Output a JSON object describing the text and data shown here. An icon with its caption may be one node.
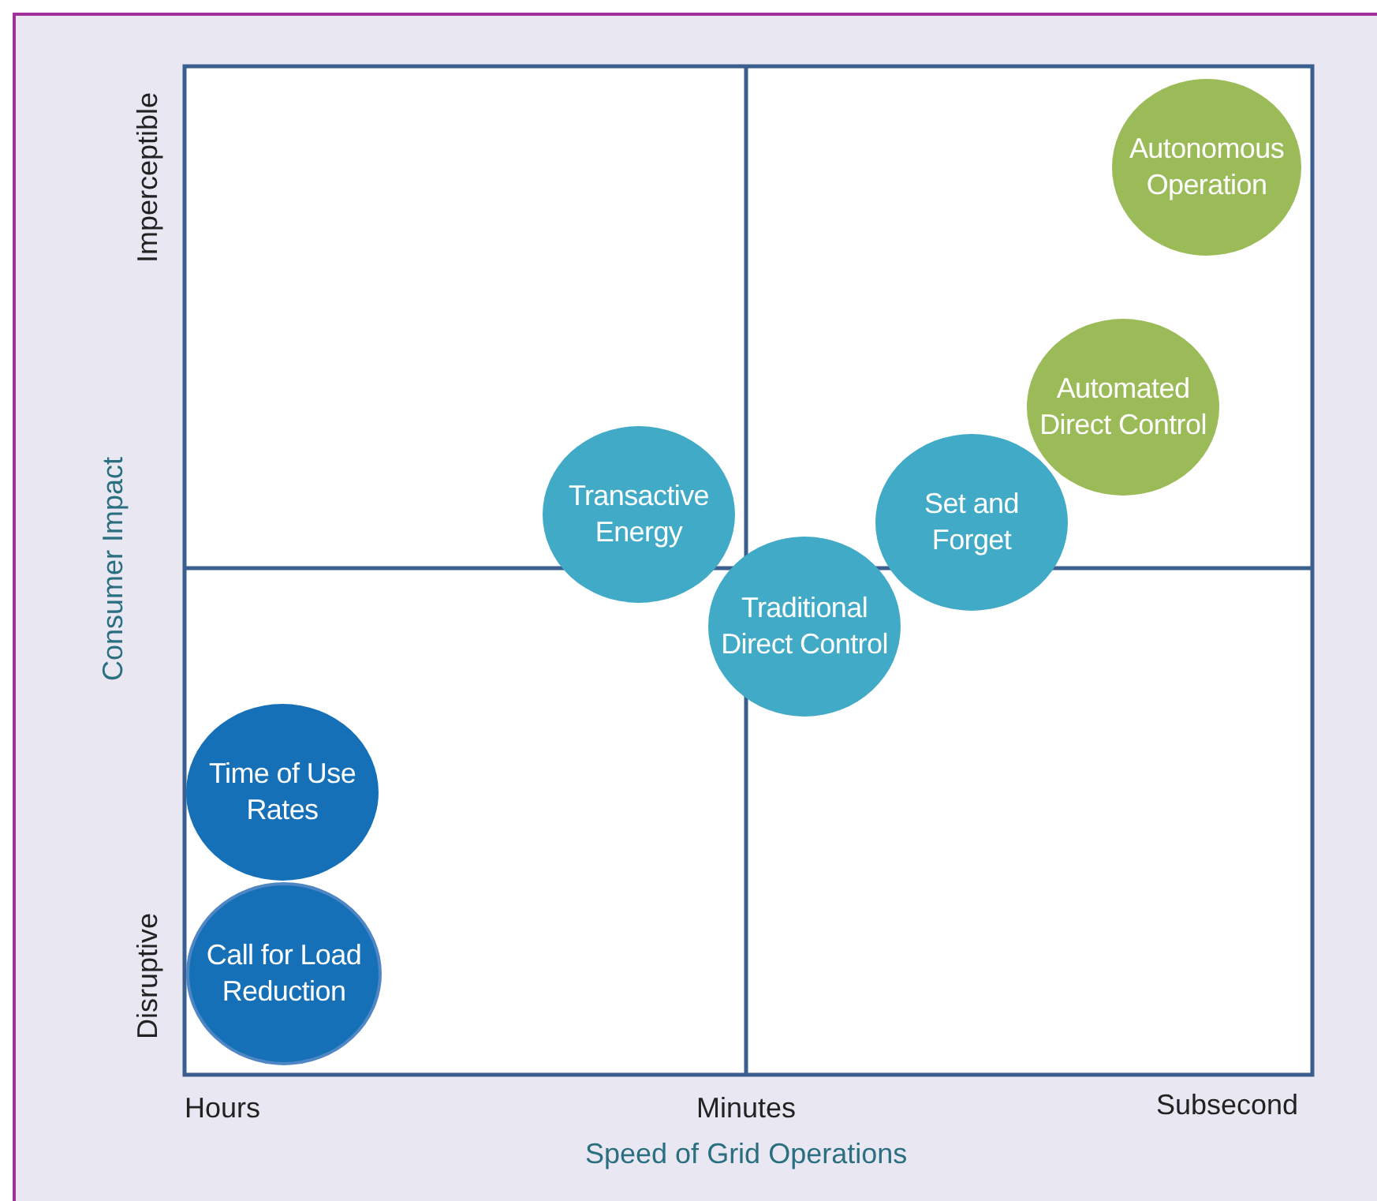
{
  "diagram": {
    "nodes": [
      {
        "text": [
          "Autonomous Operation"
        ]
      },
      {
        "text": [
          "Automated Direct Control"
        ]
      },
      {
        "text": [
          "Transactive Energy"
        ]
      },
      {
        "text": [
          "Set and Forget"
        ]
      },
      {
        "text": [
          "Traditional Direct Control"
        ]
      },
      {
        "text": [
          "Time of Use Rates"
        ]
      },
      {
        "text": [
          "Call for Load Reduction"
        ]
      }
    ],
    "labels": [
      "Imperceptible",
      "Consumer Impact",
      "Disruptive",
      "Hours",
      "Minutes",
      "Subsecond",
      "Speed of Grid Operations"
    ]
  }
}
